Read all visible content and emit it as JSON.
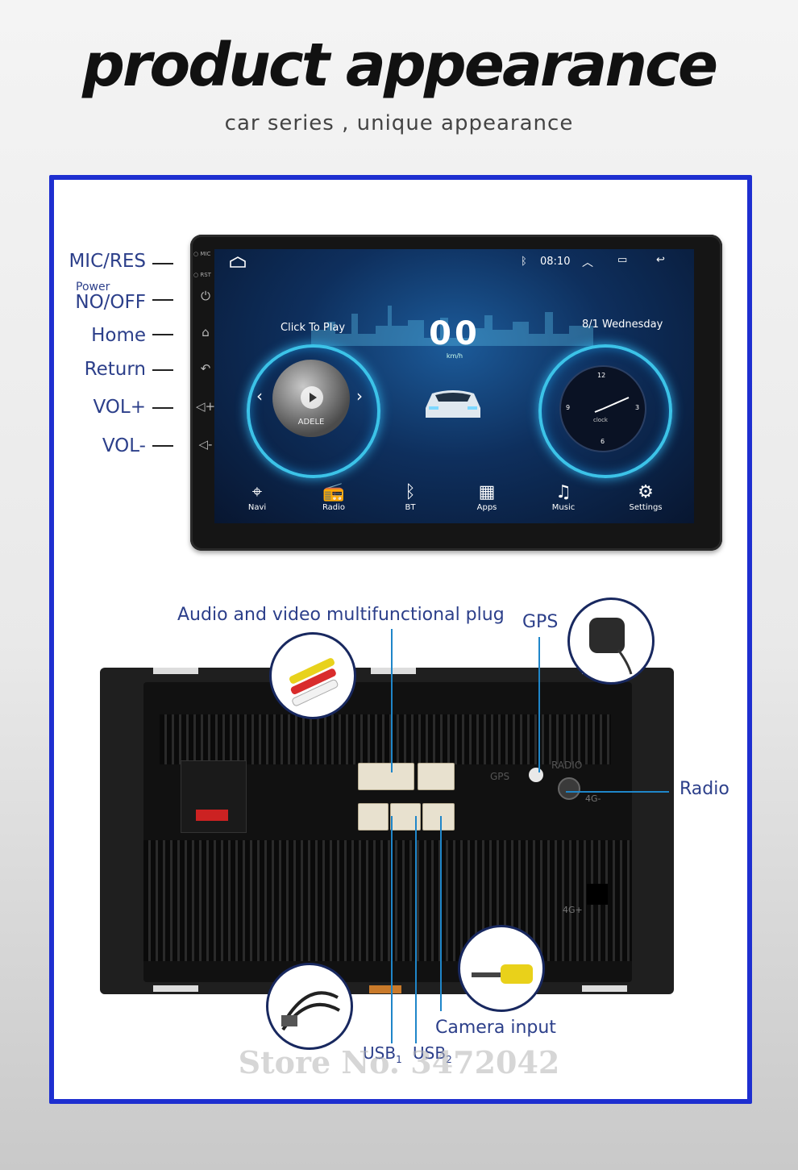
{
  "header": {
    "title": "product appearance",
    "subtitle": "car series , unique appearance"
  },
  "front": {
    "side_labels": {
      "mic_res": "MIC/RES",
      "power_small": "Power",
      "no_off": "NO/OFF",
      "home": "Home",
      "return": "Return",
      "vol_up": "VOL+",
      "vol_down": "VOL-"
    },
    "unit_labels": {
      "mic": "MIC",
      "rst": "RST"
    },
    "screen": {
      "time": "08:10",
      "click_to_play": "Click To Play",
      "date": "8/1 Wednesday",
      "speed": "00",
      "speed_unit": "km/h",
      "album_text": "ADELE",
      "clock_label": "clock",
      "clock_nums": [
        "12",
        "3",
        "6",
        "9"
      ],
      "apps": [
        "Navi",
        "Radio",
        "BT",
        "Apps",
        "Music",
        "Settings"
      ]
    }
  },
  "rear": {
    "callouts": {
      "av_plug": "Audio and video multifunctional plug",
      "gps": "GPS",
      "radio": "Radio",
      "camera": "Camera input",
      "usb1": "USB",
      "usb1_sub": "1",
      "usb2": "USB",
      "usb2_sub": "2"
    },
    "panel_labels": {
      "gps": "GPS",
      "radio": "RADIO",
      "fourg_a": "4G-",
      "fourg_b": "4G+"
    }
  },
  "watermark": "Store No. 3472042",
  "colors": {
    "frame": "#1e2fd0",
    "label": "#2c3f8a",
    "callout_line": "#1f86c9"
  }
}
